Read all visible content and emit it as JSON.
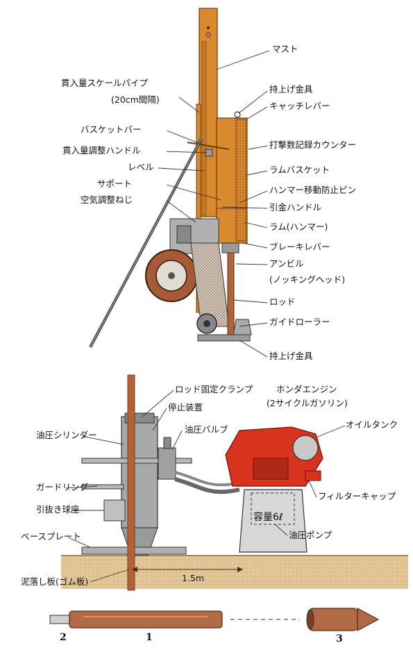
{
  "top_labels": {
    "mast": "マスト",
    "scale_pipe": "貫入量スケールパイプ",
    "scale_pipe_interval": "(20cm間隔)",
    "lift_fitting_top": "持上げ金具",
    "catch_lever": "キャッチレバー",
    "basket_bar": "バスケットバー",
    "blow_counter": "打撃数記録カウンター",
    "adjust_handle": "貫入量調整ハンドル",
    "level": "レベル",
    "ram_basket": "ラムバスケット",
    "support": "サポート",
    "hammer_stop_pin": "ハンマー移動防止ピン",
    "air_screw": "空気調整ねじ",
    "pull_handle": "引金ハンドル",
    "ram": "ラム(ハンマー)",
    "brake_lever": "ブレーキレバー",
    "anvil": "アンビル",
    "knocking_head": "(ノッキングヘッド)",
    "rod": "ロッド",
    "guide_roller": "ガイドローラー",
    "lift_fitting_bottom": "持上げ金具"
  },
  "bottom_labels": {
    "rod_clamp": "ロッド固定クランプ",
    "stop_device": "停止装置",
    "honda_engine": "ホンダエンジン",
    "engine_type": "(2サイクルガソリン)",
    "hyd_cylinder": "油圧シリンダー",
    "hyd_valve": "油圧バルブ",
    "oil_tank": "オイルタンク",
    "guard_ring": "ガードリング",
    "filter_cap": "フィルターキャップ",
    "ball_seat": "引抜き球座",
    "base_plate": "ベースプレート",
    "tank_capacity": "容量6ℓ",
    "hyd_pump": "油圧ポンプ",
    "distance": "1.5m",
    "mud_plate": "泥落し板(ゴム板)"
  },
  "rod_parts": {
    "n1": "1",
    "n2": "2",
    "n3": "3"
  },
  "colors": {
    "orange": "#d98a2e",
    "orange_dark": "#a85e1a",
    "rust": "#b0653a",
    "red": "#d8331c",
    "gray": "#8c8c8c",
    "ground": "#d9bd8a"
  }
}
